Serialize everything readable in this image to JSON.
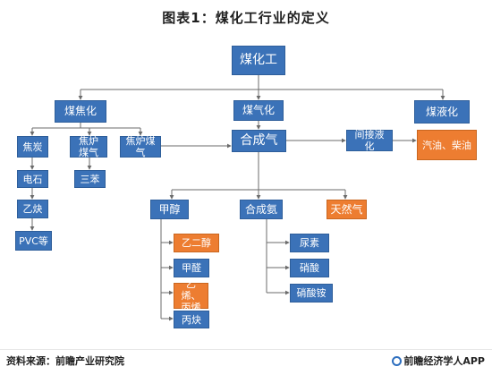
{
  "title": "图表1：煤化工行业的定义",
  "nodes": {
    "root": "煤化工",
    "coking": "煤焦化",
    "gasification": "煤气化",
    "liquefaction": "煤液化",
    "coke": "焦炭",
    "coke_oven_gas": "焦炉煤气",
    "coke_oven_gas_2": "焦炉煤气",
    "calcium_carbide": "电石",
    "acetylene": "乙炔",
    "pvc": "PVC等",
    "benzene": "三苯",
    "syngas": "合成气",
    "indirect_liq": "间接液化",
    "gasoline_diesel": "汽油、柴油",
    "methanol": "甲醇",
    "ammonia": "合成氨",
    "natural_gas": "天然气",
    "ethylene_glycol": "乙二醇",
    "formaldehyde": "甲醛",
    "olefins": "乙烯、丙烯",
    "propyne": "丙炔",
    "urea": "尿素",
    "nitric_acid": "硝酸",
    "ammonium_nitrate": "硝酸铵"
  },
  "footer": {
    "source": "资料来源：前瞻产业研究院",
    "brand": "前瞻经济学人APP"
  }
}
